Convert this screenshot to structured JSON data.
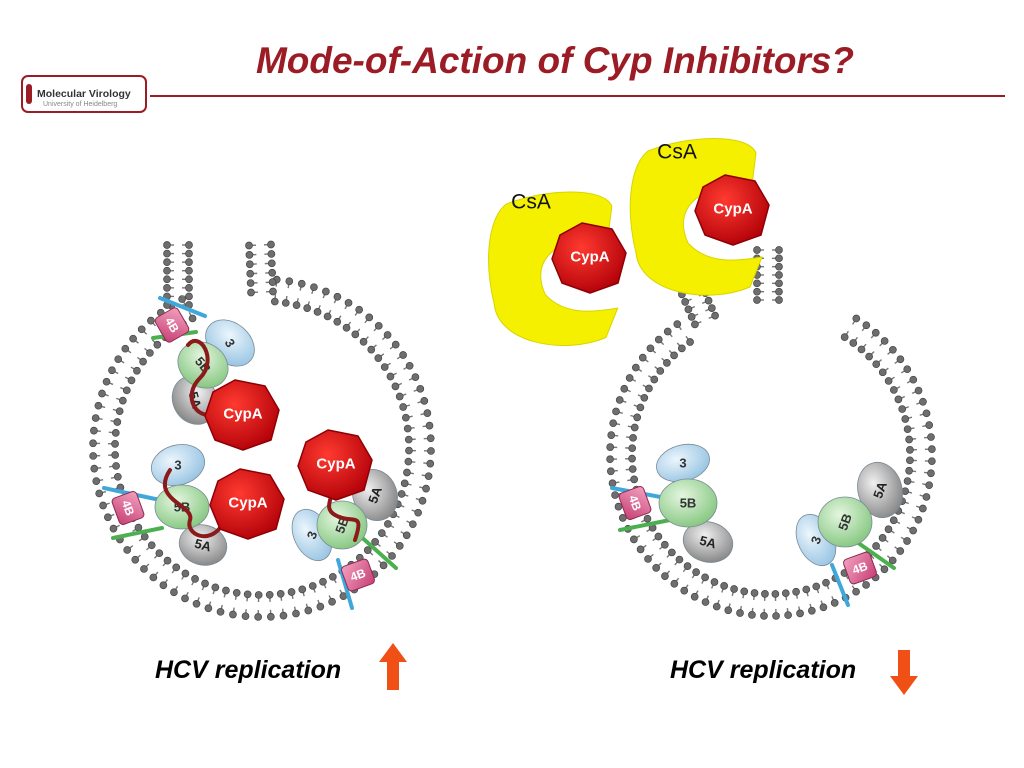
{
  "slide": {
    "title": "Mode-of-Action of Cyp Inhibitors?",
    "logo": {
      "line1": "Molecular Virology",
      "line2": "University of Heidelberg"
    }
  },
  "colors": {
    "title": "#9b1c24",
    "cypa": "#d40f14",
    "csa": "#f4f000",
    "ns3": "#bcd9ee",
    "ns5b": "#a8d8a4",
    "ns5a": "#9a9a9a",
    "ns4b": "#d9608a",
    "rna": "#8b1a1a",
    "up_arrow": "#f04f16",
    "down_arrow": "#f04f16"
  },
  "proteins": {
    "cypa": "CypA",
    "csa": "CsA",
    "ns3": "3",
    "ns5b": "5B",
    "ns5a": "5A",
    "ns4b": "4B"
  },
  "panels": {
    "left": {
      "caption": "HCV replication",
      "arrow": "up"
    },
    "right": {
      "caption": "HCV replication",
      "arrow": "down"
    }
  }
}
